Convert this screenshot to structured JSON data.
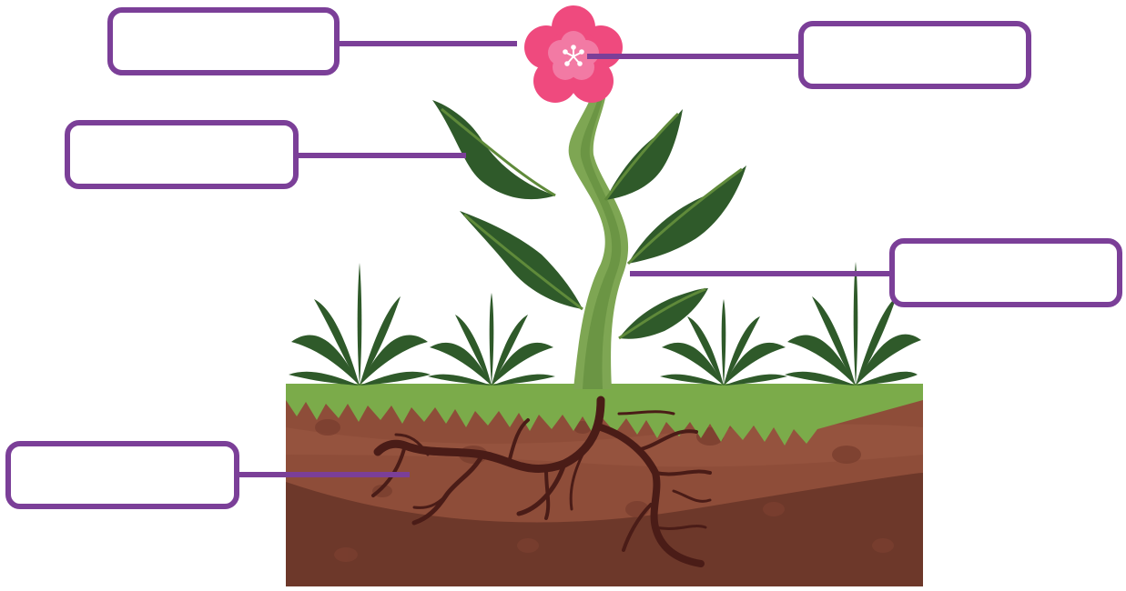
{
  "diagram": {
    "subject": "plant-parts",
    "colors": {
      "label_border": "#7b3f98",
      "petal": "#ef4a7e",
      "petal_inner": "#f27aa4",
      "leaf_dark": "#2f5a2a",
      "leaf": "#4a7d3f",
      "stem": "#7ea653",
      "grass": "#7bab4a",
      "soil": "#8e4d39",
      "soil_dark": "#6d382a",
      "root": "#4a1c17"
    },
    "labels": [
      {
        "part": "flower",
        "text": ""
      },
      {
        "part": "stigma",
        "text": ""
      },
      {
        "part": "leaf",
        "text": ""
      },
      {
        "part": "stem",
        "text": ""
      },
      {
        "part": "root",
        "text": ""
      }
    ]
  }
}
